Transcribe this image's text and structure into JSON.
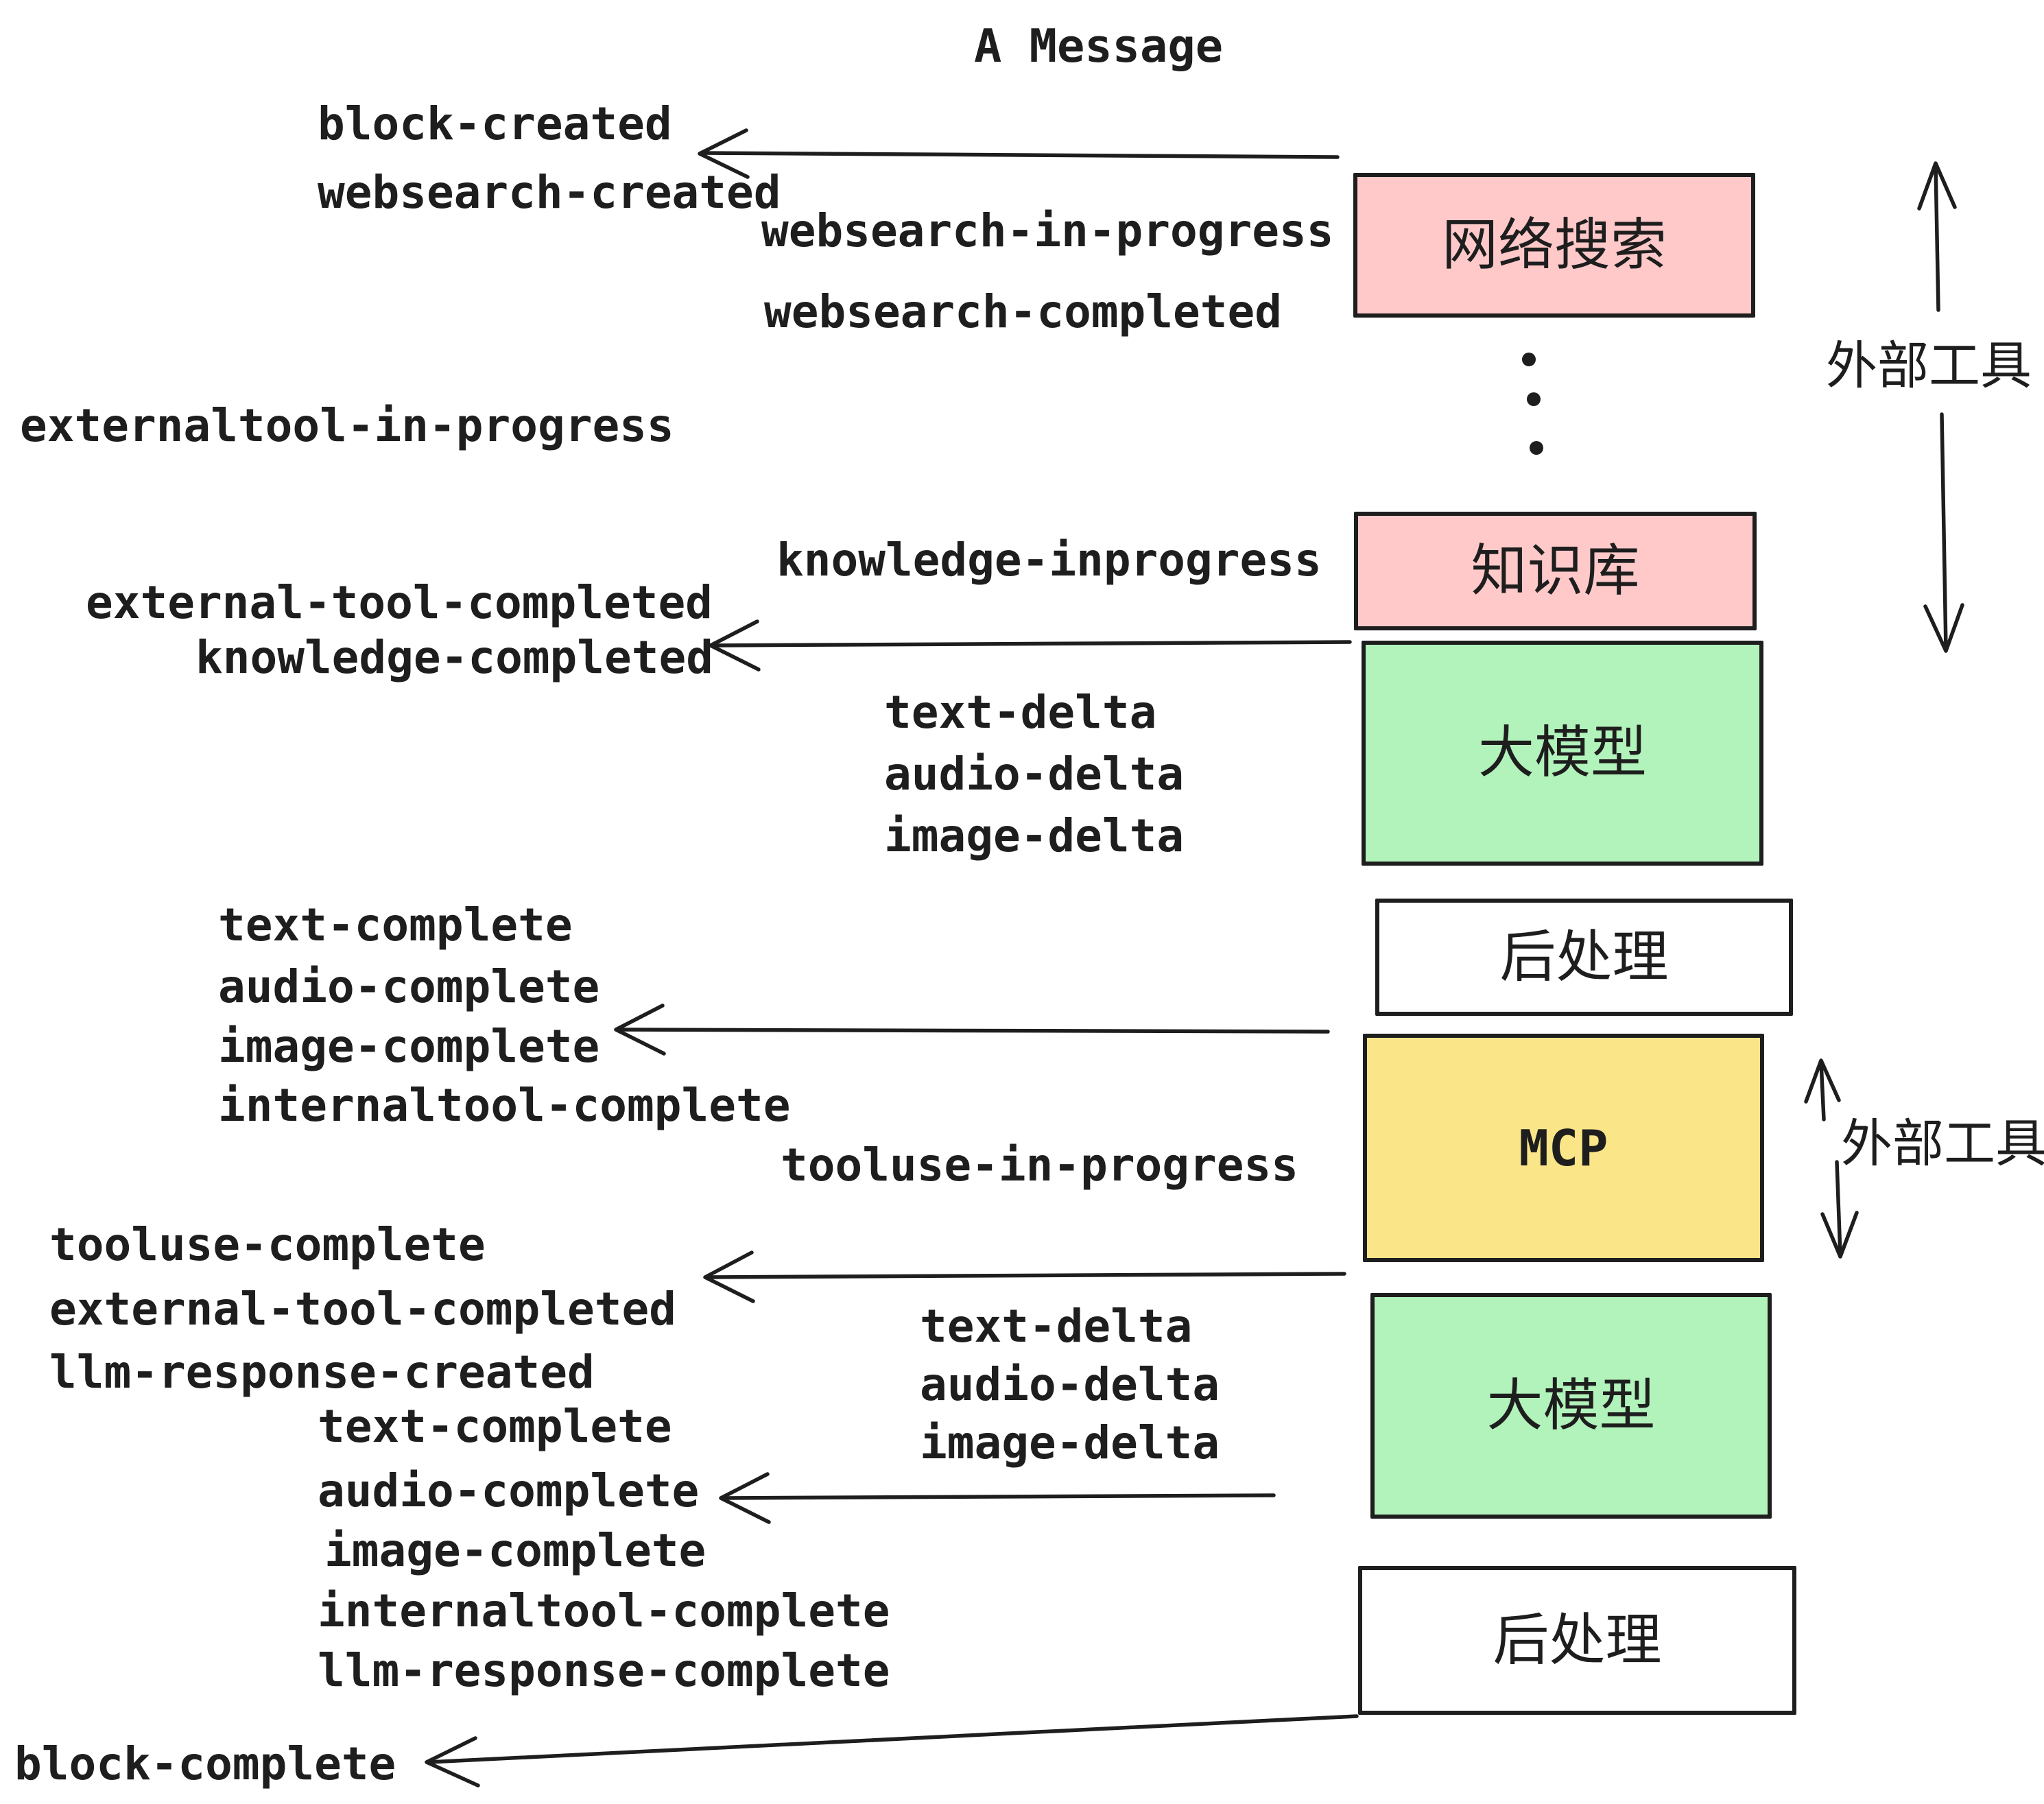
{
  "title": "A Message",
  "colors": {
    "background": "#ffffff",
    "stroke": "#1e1e1e",
    "pink": "#ffc9c9",
    "green": "#b2f2bb",
    "yellow": "#fae588",
    "white": "#ffffff"
  },
  "boxes": [
    {
      "label": "网络搜索",
      "fill": "#ffc9c9"
    },
    {
      "label": "知识库",
      "fill": "#ffc9c9"
    },
    {
      "label": "大模型",
      "fill": "#b2f2bb"
    },
    {
      "label": "后处理",
      "fill": "#ffffff"
    },
    {
      "label": "MCP",
      "fill": "#fae588"
    },
    {
      "label": "大模型",
      "fill": "#b2f2bb"
    },
    {
      "label": "后处理",
      "fill": "#ffffff"
    }
  ],
  "side_labels": [
    {
      "text": "外部工具"
    },
    {
      "text": "外部工具"
    }
  ],
  "events": [
    {
      "text": "block-created"
    },
    {
      "text": "websearch-created"
    },
    {
      "text": "websearch-in-progress"
    },
    {
      "text": "websearch-completed"
    },
    {
      "text": "externaltool-in-progress"
    },
    {
      "text": "knowledge-inprogress"
    },
    {
      "text": "external-tool-completed"
    },
    {
      "text": "knowledge-completed"
    },
    {
      "text": "text-delta"
    },
    {
      "text": "audio-delta"
    },
    {
      "text": "image-delta"
    },
    {
      "text": "text-complete"
    },
    {
      "text": "audio-complete"
    },
    {
      "text": "image-complete"
    },
    {
      "text": "internaltool-complete"
    },
    {
      "text": "tooluse-in-progress"
    },
    {
      "text": "tooluse-complete"
    },
    {
      "text": "external-tool-completed"
    },
    {
      "text": "llm-response-created"
    },
    {
      "text": "text-delta"
    },
    {
      "text": "audio-delta"
    },
    {
      "text": "image-delta"
    },
    {
      "text": "text-complete"
    },
    {
      "text": "audio-complete"
    },
    {
      "text": "image-complete"
    },
    {
      "text": "internaltool-complete"
    },
    {
      "text": "llm-response-complete"
    },
    {
      "text": "block-complete"
    }
  ],
  "arrows": {
    "horizontal_left_pointing": [
      "websearch-box-to-block-created",
      "knowledge-box-to-knowledge-completed",
      "postprocess1-to-image-complete",
      "mcp-to-tooluse-complete",
      "llm2-to-audio-complete",
      "postprocess2-to-block-complete"
    ],
    "vertical_double": [
      "external-tools-span-websearch-knowledge",
      "external-tools-span-mcp"
    ]
  },
  "dots_count": 3
}
